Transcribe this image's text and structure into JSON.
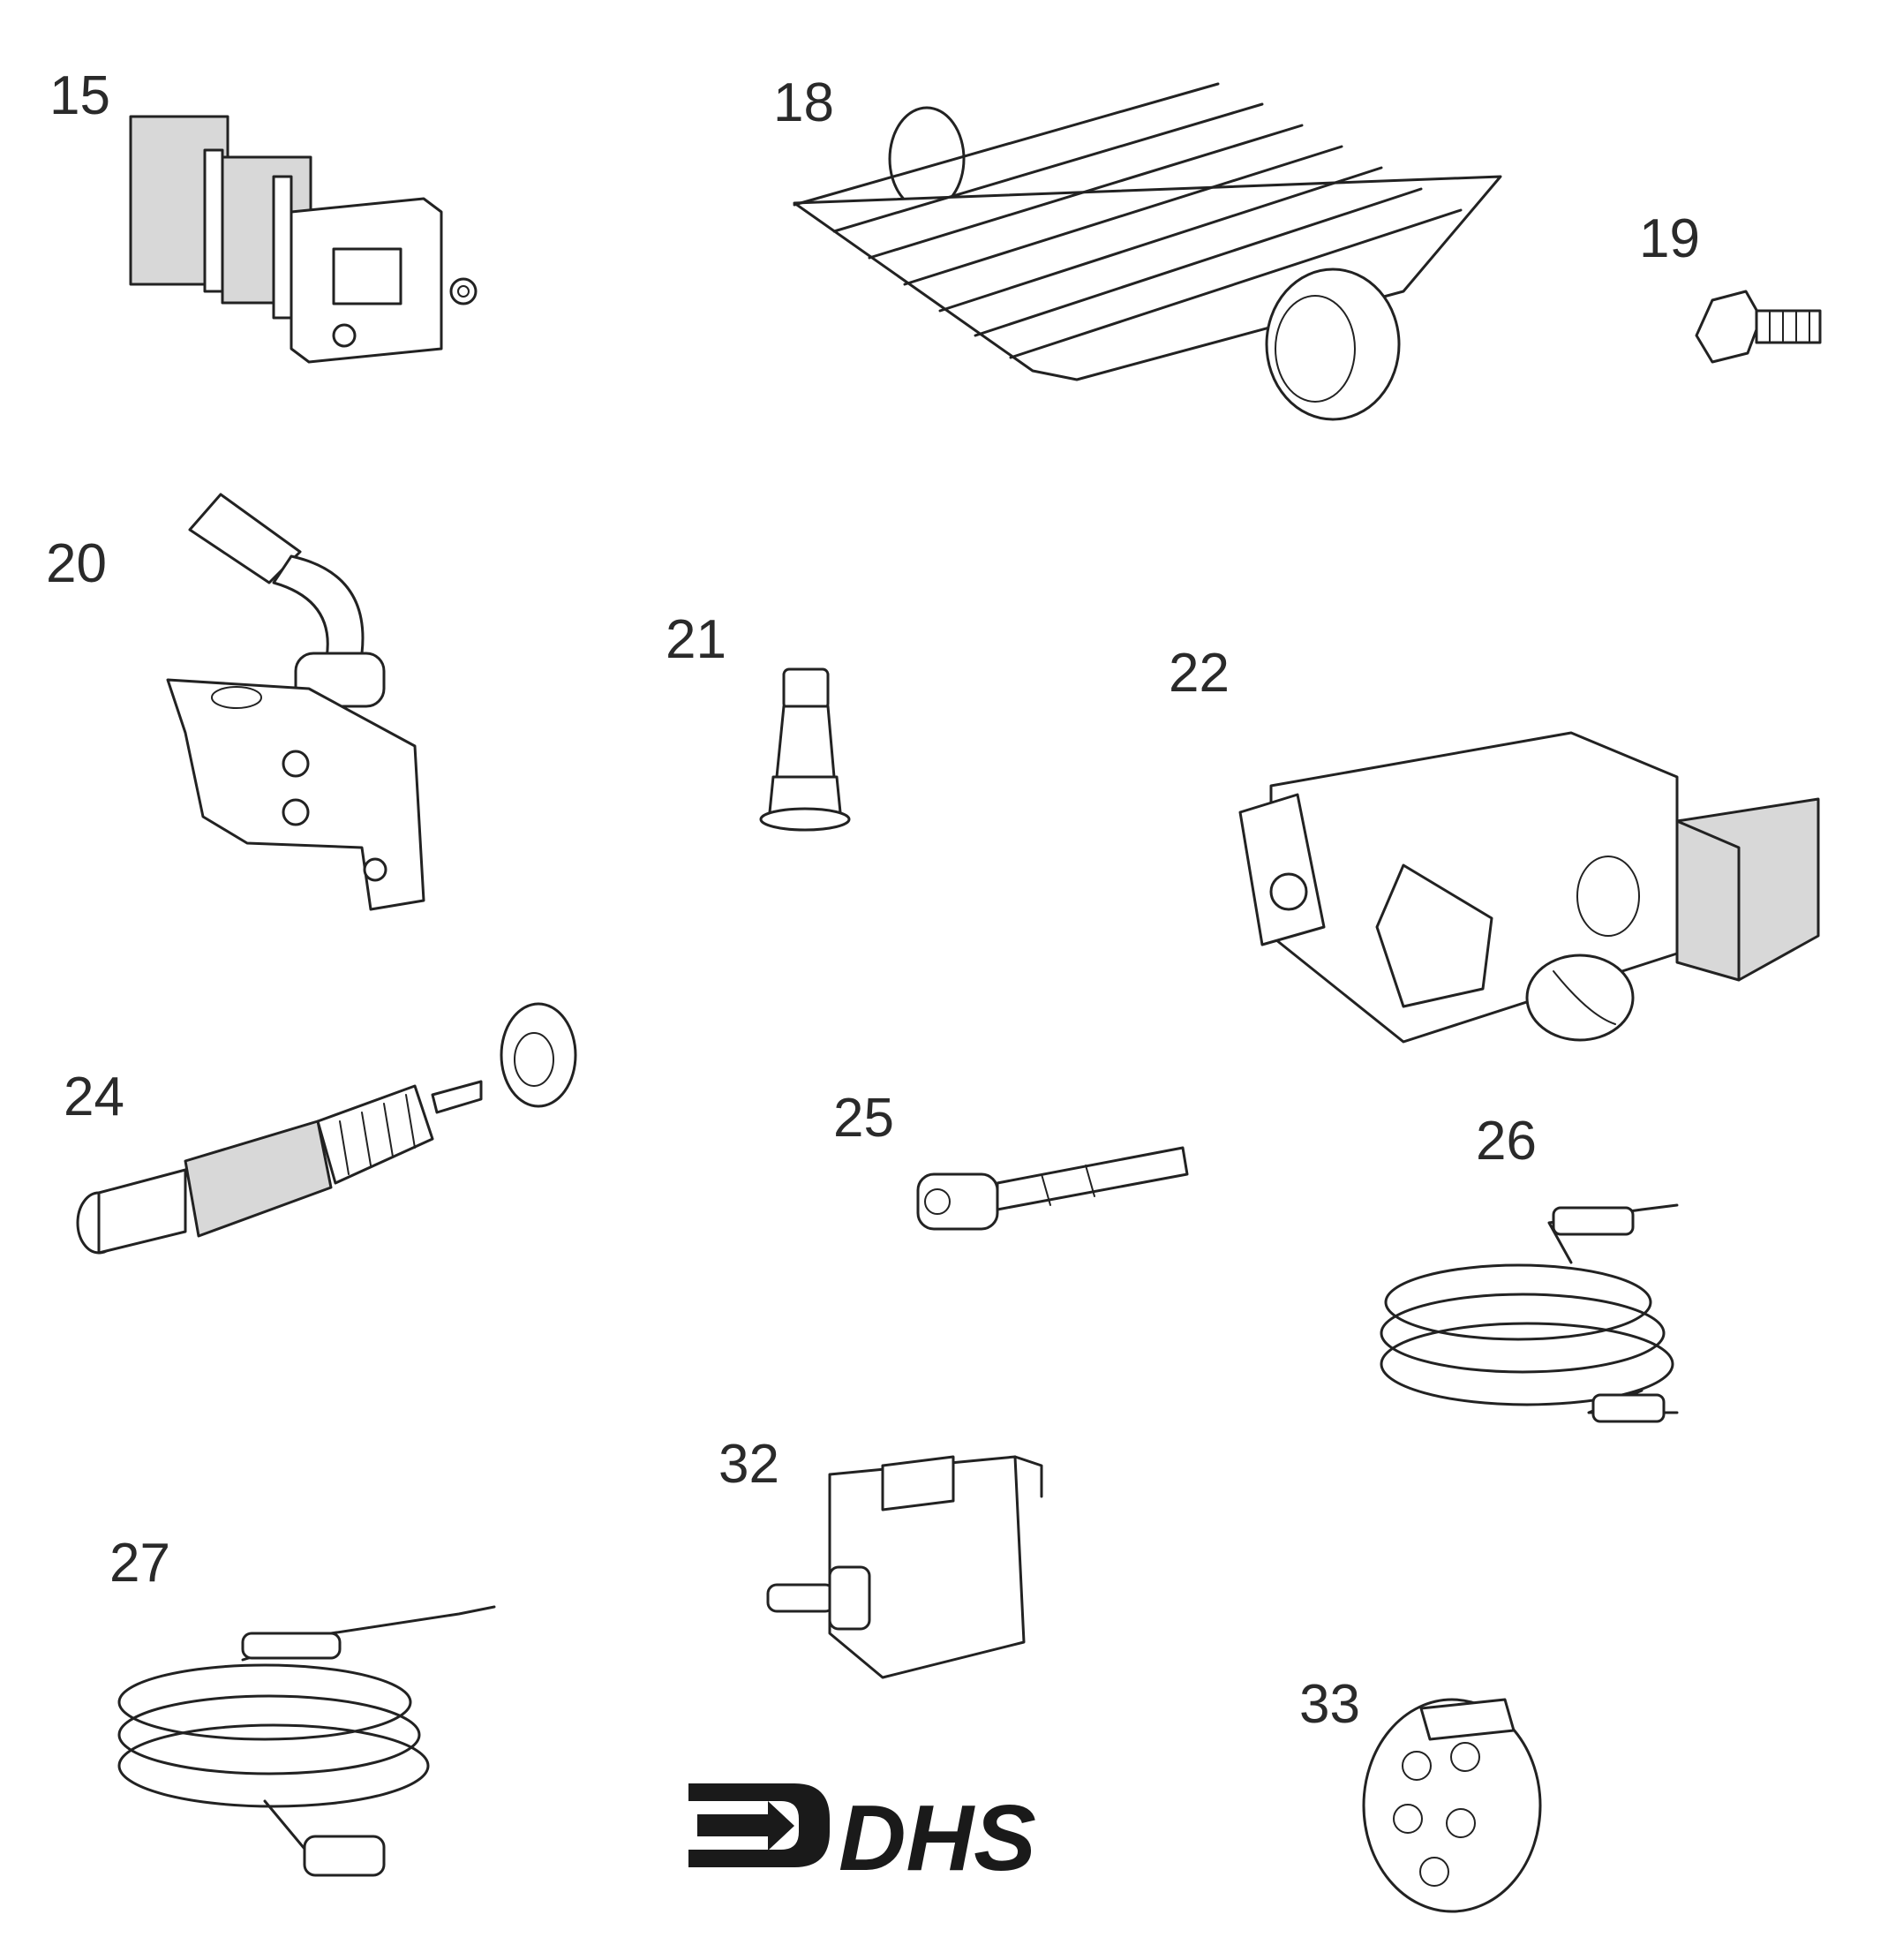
{
  "labels": {
    "p15": "15",
    "p18": "18",
    "p19": "19",
    "p20": "20",
    "p21": "21",
    "p22": "22",
    "p24": "24",
    "p25": "25",
    "p26": "26",
    "p27": "27",
    "p32": "32",
    "p33": "33"
  },
  "logo": {
    "text": "DHS"
  },
  "colors": {
    "ink": "#222222",
    "label": "#2a2a2a",
    "shade": "#d8d8d8",
    "logo": "#1a1a1a"
  }
}
